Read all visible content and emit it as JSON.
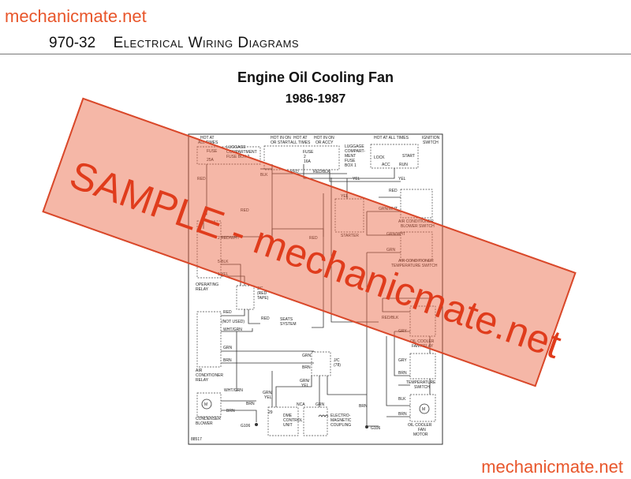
{
  "watermark": {
    "top": "mechanicmate.net",
    "bottom": "mechanicmate.net"
  },
  "header": {
    "page_number": "970-32",
    "section": "Electrical Wiring Diagrams"
  },
  "title": "Engine Oil Cooling Fan",
  "subtitle": "1986-1987",
  "stamp": "SAMPLE - mechanicmate.net",
  "diagram": {
    "labels": {
      "hot_at_all_times_1": "HOT AT",
      "hot_at_all_times_2": "ALL TIMES",
      "fuse_a": "FUSE",
      "fuse_a_rating": "25A",
      "luggage_fuse_box2_1": "LUGGAGE",
      "luggage_fuse_box2_2": "COMPARTMENT",
      "luggage_fuse_box2_3": "FUSE BOX 2",
      "hot_in_on_1": "HOT IN ON",
      "hot_in_on_2": "OR START",
      "hot_at_all_times_b1": "HOT AT",
      "hot_at_all_times_b2": "ALL TIMES",
      "hot_in_on_accy_1": "HOT IN ON",
      "hot_in_on_accy_2": "OR ACCY",
      "fuse_b": "FUSE",
      "fuse_b_num": "2",
      "fuse_b_rating": "16A",
      "luggage_fuse_box1_1": "LUGGAGE",
      "luggage_fuse_box1_2": "COMPART-",
      "luggage_fuse_box1_3": "MENT",
      "luggage_fuse_box1_4": "FUSE",
      "luggage_fuse_box1_5": "BOX 1",
      "hot_at_all_times_c1": "HOT AT ALL TIMES",
      "ignition_switch_1": "IGNITION",
      "ignition_switch_2": "SWITCH",
      "lock": "LOCK",
      "start": "START",
      "acc": "ACC",
      "run": "RUN",
      "red_1": "RED",
      "red_2": "RED",
      "red_blk": "RED/BLK",
      "yel_1": "YEL",
      "yel_2": "YEL",
      "yel_3": "YEL",
      "red_3": "RED",
      "blk_1": "BLK",
      "red_4": "RED",
      "grn_wht": "GRN/WHT",
      "ac_blower_1": "AIR CONDITIONER",
      "ac_blower_2": "BLOWER SWITCH",
      "red_5": "RED",
      "grn_wht_2": "GRN/WHT",
      "grn_1": "GRN",
      "ac_temp_1": "AIR CONDITIONER",
      "ac_temp_2": "TEMPERATURE SWITCH",
      "starter": "STARTER",
      "pin2_red_wht": "2 RED/WHT",
      "pin5_blk": "5 BLK",
      "pin1_yel": "1 YEL",
      "op_relay_1": "OPERATING",
      "op_relay_2": "RELAY",
      "jc_1": "J/C",
      "jc_2": "(RED",
      "jc_3": "TAPE)",
      "red_6": "RED",
      "red_7": "RED",
      "seats_1": "SEATS",
      "seats_2": "SYSTEM",
      "not_used": "(NOT USED)",
      "wht_grn": "WHT/GRN",
      "grn_2": "GRN",
      "brn_1": "BRN",
      "ac_relay_1": "AIR",
      "ac_relay_2": "CONDITIONER",
      "ac_relay_3": "RELAY",
      "wht_grn_2": "WHT/GRN",
      "brn_2": "BRN",
      "brn_3": "BRN",
      "cond_blower_1": "CONDENSER",
      "cond_blower_2": "BLOWER",
      "g106_a": "G106",
      "grn_3": "GRN",
      "brn_4": "BRN",
      "jc78_1": "J/C",
      "jc78_2": "(78)",
      "grn_yel_1": "GRN/",
      "grn_yel_2": "YEL",
      "grn_yel_3": "GRN/",
      "grn_yel_4": "YEL",
      "pin29": "29",
      "nca": "NCA",
      "grn_4": "GRN",
      "dme_1": "DME",
      "dme_2": "CONTROL",
      "dme_3": "UNIT",
      "em_1": "ELECTRO-",
      "em_2": "MAGNETIC",
      "em_3": "COUPLING",
      "red_blk_2": "RED/BLK",
      "gry_1": "GRY",
      "oc_relay_1": "OIL COOLER",
      "oc_relay_2": "FAN RELAY",
      "gry_2": "GRY",
      "brn_5": "BRN",
      "temp_sw_1": "TEMPERATURE",
      "temp_sw_2": "SWITCH",
      "blk_2": "BLK",
      "brn_6": "BRN",
      "brn_7": "BRN",
      "g106_b": "G106",
      "oc_motor_1": "OIL COOLER",
      "oc_motor_2": "FAN",
      "oc_motor_3": "MOTOR",
      "m1": "M",
      "m2": "M",
      "figure_no": "88517"
    }
  }
}
